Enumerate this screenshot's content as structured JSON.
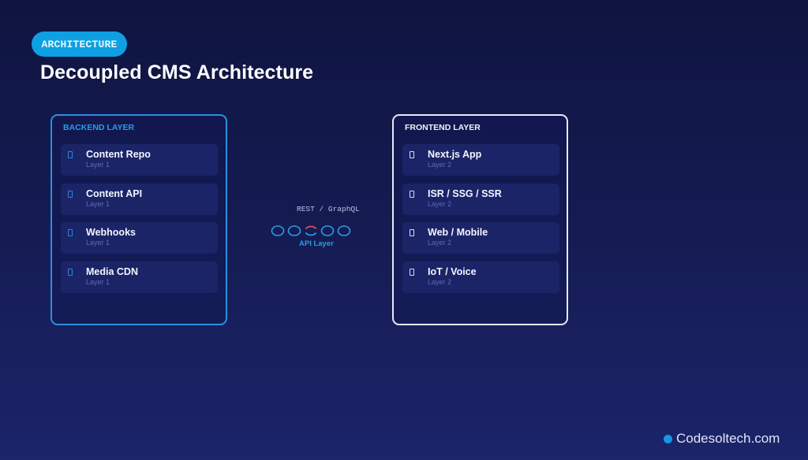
{
  "header": {
    "badge": "ARCHITECTURE",
    "title": "Decoupled CMS Architecture"
  },
  "backend": {
    "heading": "BACKEND LAYER",
    "border_color": "#2b8fe0",
    "items": [
      {
        "icon": "missing-glyph-icon",
        "name": "Content Repo",
        "sub": "Layer 1"
      },
      {
        "icon": "missing-glyph-icon",
        "name": "Content API",
        "sub": "Layer 1"
      },
      {
        "icon": "missing-glyph-icon",
        "name": "Webhooks",
        "sub": "Layer 1"
      },
      {
        "icon": "missing-glyph-icon",
        "name": "Media CDN",
        "sub": "Layer 1"
      }
    ]
  },
  "connector": {
    "protocol": "REST / GraphQL",
    "label": "API Layer",
    "ring_count": 5,
    "ring_color": "#2a9be6",
    "active_ring_color": "#e2515e"
  },
  "frontend": {
    "heading": "FRONTEND LAYER",
    "border_color": "#e6e9f5",
    "items": [
      {
        "icon": "missing-glyph-icon",
        "name": "Next.js App",
        "sub": "Layer 2"
      },
      {
        "icon": "missing-glyph-icon",
        "name": "ISR / SSG / SSR",
        "sub": "Layer 2"
      },
      {
        "icon": "missing-glyph-icon",
        "name": "Web / Mobile",
        "sub": "Layer 2"
      },
      {
        "icon": "missing-glyph-icon",
        "name": "IoT / Voice",
        "sub": "Layer 2"
      }
    ]
  },
  "footer": {
    "brand": "Codesoltech.com"
  }
}
